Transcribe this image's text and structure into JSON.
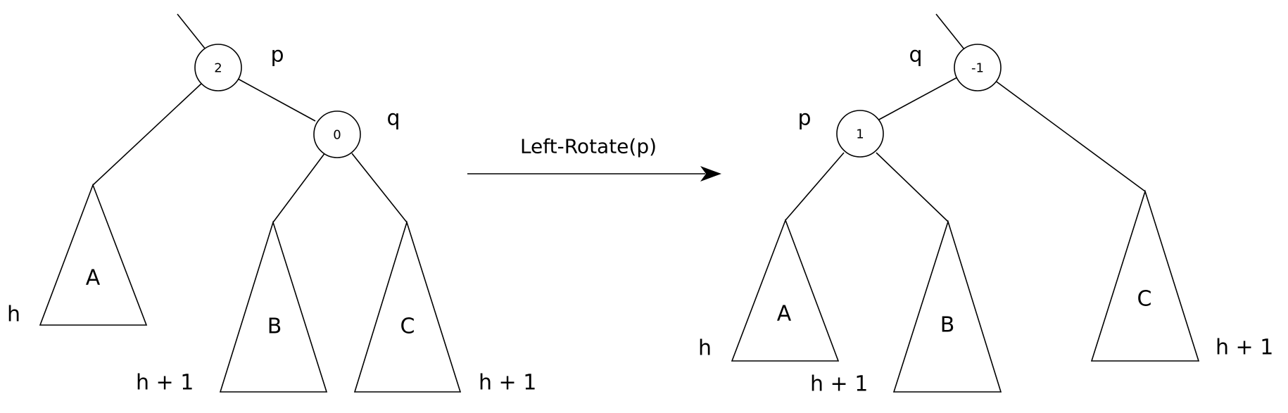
{
  "before": {
    "root": {
      "balance": "2",
      "name": "p"
    },
    "child": {
      "balance": "0",
      "name": "q"
    },
    "subtrees": [
      {
        "label": "A",
        "height": "h"
      },
      {
        "label": "B",
        "height": "h + 1"
      },
      {
        "label": "C",
        "height": "h + 1"
      }
    ]
  },
  "operation": {
    "label": "Left-Rotate(p)"
  },
  "after": {
    "root": {
      "balance": "-1",
      "name": "q"
    },
    "child": {
      "balance": "1",
      "name": "p"
    },
    "subtrees": [
      {
        "label": "A",
        "height": "h"
      },
      {
        "label": "B",
        "height": "h + 1"
      },
      {
        "label": "C",
        "height": "h + 1"
      }
    ]
  },
  "colors": {
    "stroke": "#000000",
    "background": "#ffffff"
  }
}
